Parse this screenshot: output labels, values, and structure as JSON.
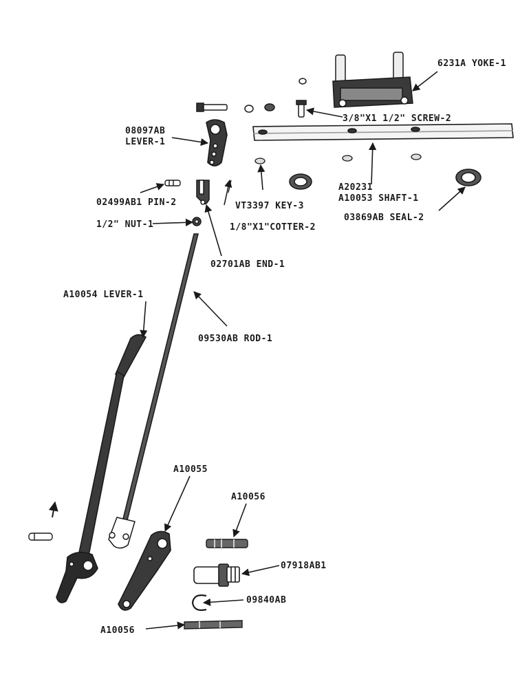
{
  "parts": {
    "yoke": "6231A YOKE-1",
    "screw": "3/8\"X1 1/2\" SCREW-2",
    "lever_top_num": "08097AB",
    "lever_top_name": "LEVER-1",
    "pin": "02499AB1 PIN-2",
    "nut": "1/2\" NUT-1",
    "shaft_num": "A20231",
    "shaft": "A10053 SHAFT-1",
    "key": "VT3397 KEY-3",
    "cotter": "1/8\"X1\"COTTER-2",
    "seal": "03869AB SEAL-2",
    "end": "02701AB END-1",
    "lever_main": "A10054 LEVER-1",
    "rod": "09530AB ROD-1",
    "a10055": "A10055",
    "a10056_top": "A10056",
    "p07918": "07918AB1",
    "p09840": "09840AB",
    "a10056_bottom": "A10056"
  }
}
